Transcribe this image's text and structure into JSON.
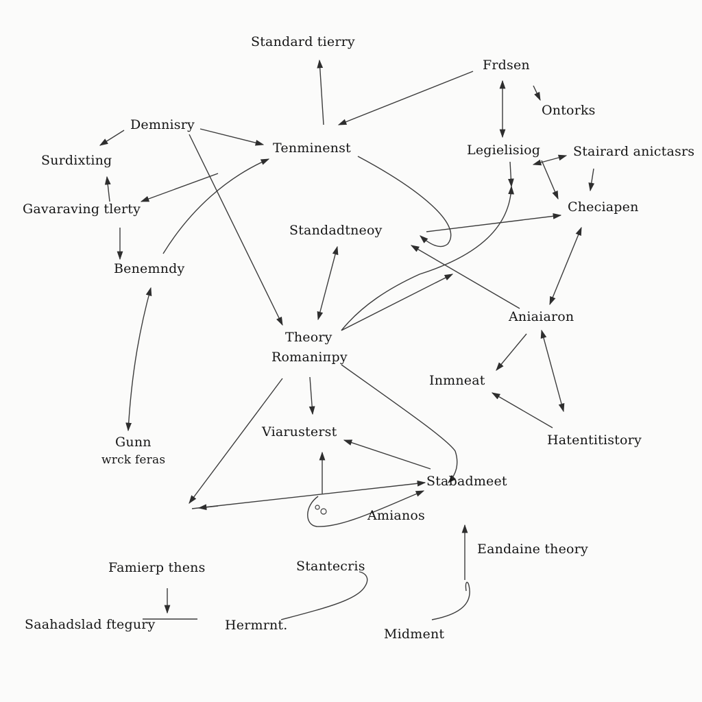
{
  "diagram": {
    "nodes": [
      {
        "id": "n1",
        "label": "Standard tierry"
      },
      {
        "id": "n2",
        "label": "Frdsen"
      },
      {
        "id": "n3",
        "label": "Ontorks"
      },
      {
        "id": "n4",
        "label": "Demnisry"
      },
      {
        "id": "n5",
        "label": "Surdixting"
      },
      {
        "id": "n6",
        "label": "Tenminenst"
      },
      {
        "id": "n7",
        "label": "Legielisiog"
      },
      {
        "id": "n8",
        "label": "Stairard anictasrs"
      },
      {
        "id": "n9",
        "label": "Gavaraving tlerty"
      },
      {
        "id": "n10",
        "label": "Checiapen"
      },
      {
        "id": "n11",
        "label": "Standadtneoy"
      },
      {
        "id": "n12",
        "label": "Benemndy"
      },
      {
        "id": "n13",
        "label": "Aniaiaron"
      },
      {
        "id": "n14",
        "label": "Theory"
      },
      {
        "id": "n15",
        "label": "Romaniпpy"
      },
      {
        "id": "n16",
        "label": "Inmneat"
      },
      {
        "id": "n17",
        "label": "Gunn"
      },
      {
        "id": "n18",
        "label": "wrck feras"
      },
      {
        "id": "n19",
        "label": "Viarusterst"
      },
      {
        "id": "n20",
        "label": "Hatentitistory"
      },
      {
        "id": "n21",
        "label": "Stabadmeet"
      },
      {
        "id": "n22",
        "label": "Amianos"
      },
      {
        "id": "n23",
        "label": "Eandaine theory"
      },
      {
        "id": "n24",
        "label": "Famierp thens"
      },
      {
        "id": "n25",
        "label": "Stantecris"
      },
      {
        "id": "n26",
        "label": "Saahadslad ftegury"
      },
      {
        "id": "n27",
        "label": "Hermrnt."
      },
      {
        "id": "n28",
        "label": "Midment"
      }
    ]
  }
}
